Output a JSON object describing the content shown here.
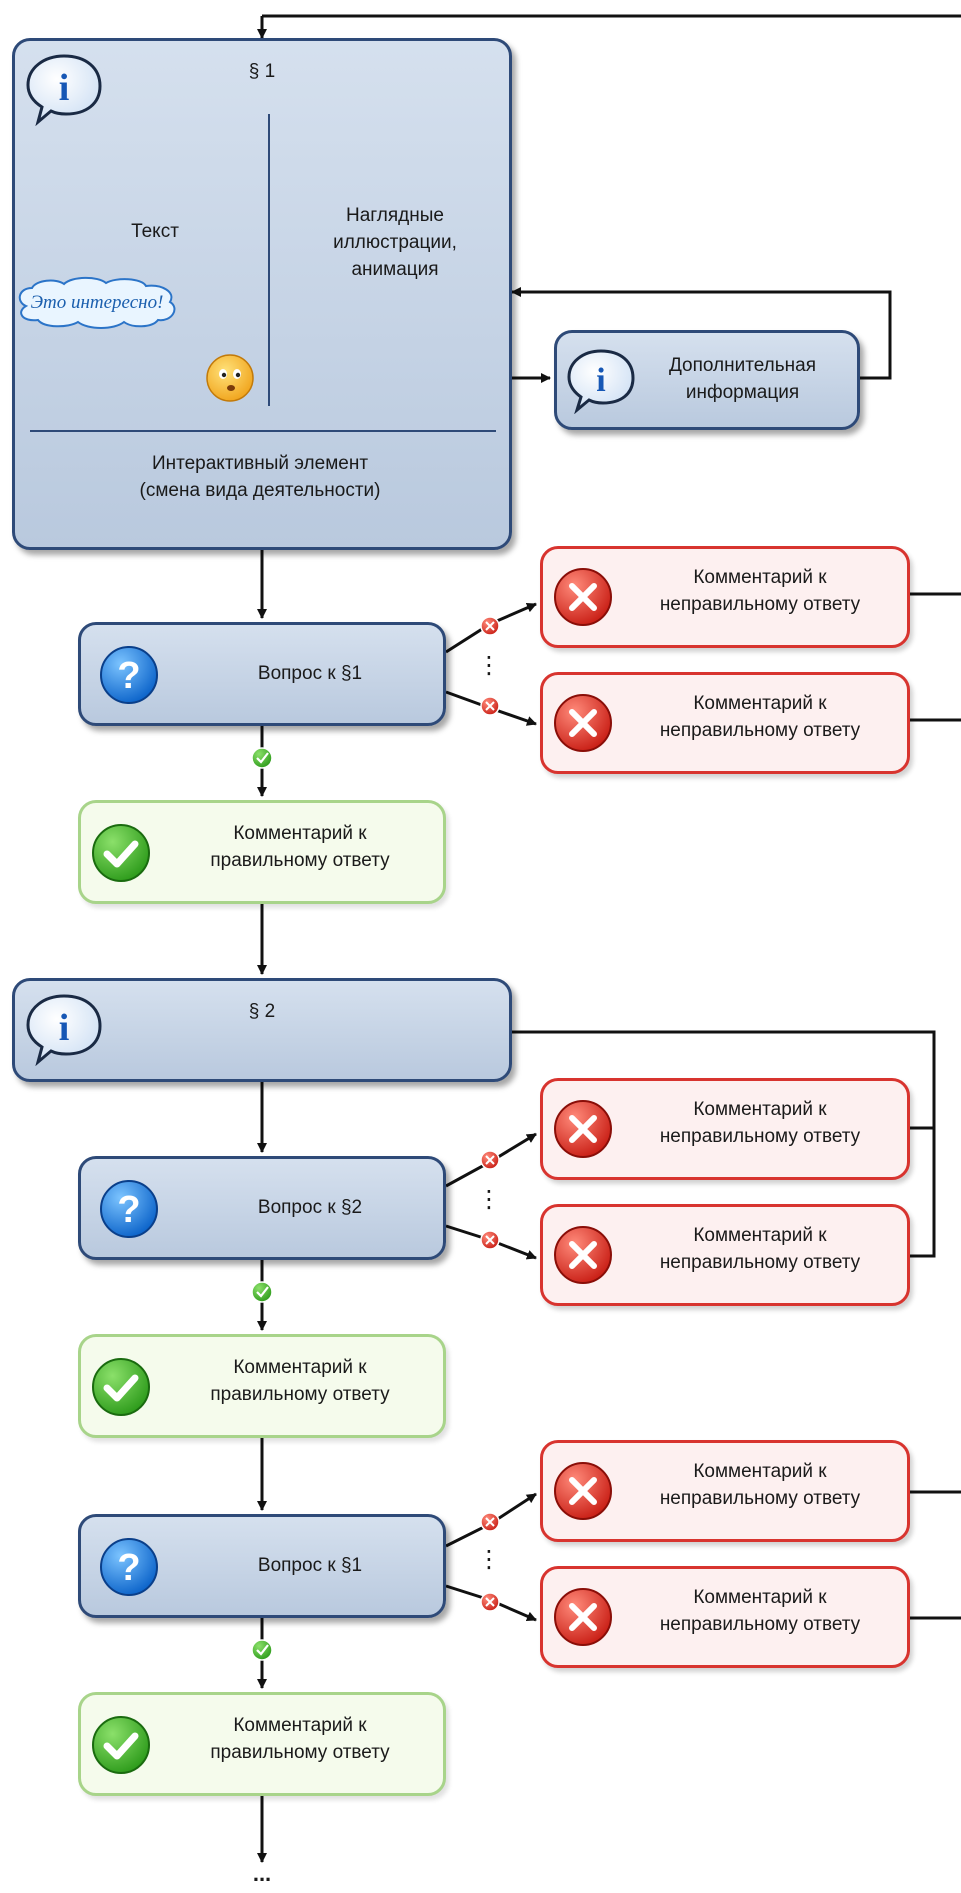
{
  "section1": {
    "title": "§ 1",
    "text_label": "Текст",
    "illustrations_label": [
      "Наглядные",
      "иллюстрации,",
      "анимация"
    ],
    "interesting_label": "Это интересно!",
    "interactive_label": [
      "Интерактивный элемент",
      "(смена вида деятельности)"
    ]
  },
  "extra_info": {
    "label": [
      "Дополнительная",
      "информация"
    ]
  },
  "section2": {
    "title": "§ 2"
  },
  "question1": {
    "label": "Вопрос к §1"
  },
  "question2": {
    "label": "Вопрос к §2"
  },
  "question3": {
    "label": "Вопрос к §1"
  },
  "wrong_comment": [
    "Комментарий к",
    "неправильному ответу"
  ],
  "correct_comment": [
    "Комментарий к",
    "правильному ответу"
  ],
  "vdots": "⋮",
  "continuation": "...",
  "colors": {
    "blue_border": "#2e4a78",
    "blue_fill": "#c4d2e4",
    "red_border": "#d8342f",
    "red_fill": "#fdf0f0",
    "green_border": "#a8d48a",
    "green_fill": "#f5fbec",
    "connector": "#111111"
  }
}
